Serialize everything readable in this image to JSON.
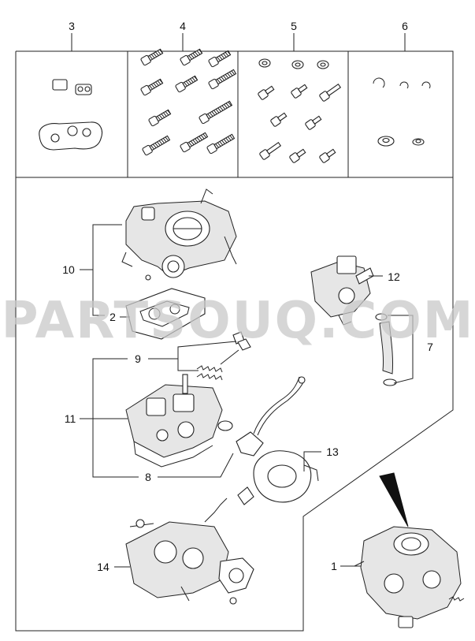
{
  "watermark": "PARTSOUQ.COM",
  "callouts": {
    "c1": "1",
    "c2": "2",
    "c3": "3",
    "c4": "4",
    "c5": "5",
    "c6": "6",
    "c7": "7",
    "c8": "8",
    "c9": "9",
    "c10": "10",
    "c11": "11",
    "c12": "12",
    "c13": "13",
    "c14": "14"
  }
}
